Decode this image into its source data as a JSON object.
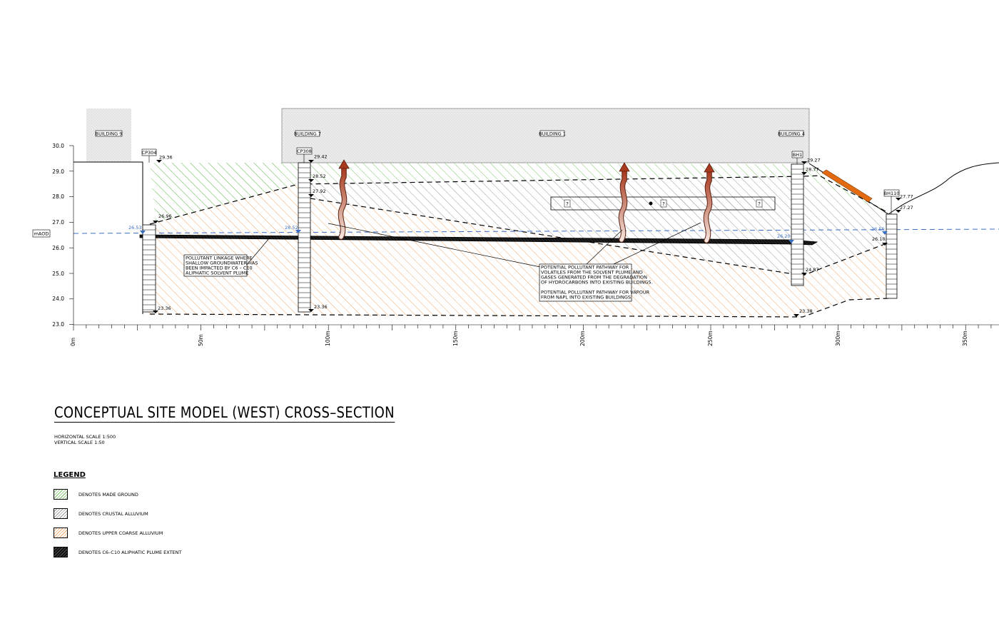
{
  "elevation_axis": {
    "labels": [
      "30.0",
      "29.0",
      "28.0",
      "27.0",
      "26.0",
      "25.0",
      "24.0",
      "23.0"
    ],
    "datum_label": "mAOD"
  },
  "distance_axis": {
    "labels": [
      "0m",
      "50m",
      "100m",
      "150m",
      "200m",
      "250m",
      "300m",
      "350m"
    ]
  },
  "buildings": [
    "BUILDING 9",
    "BUILDING 7",
    "BUILDING 1",
    "BUILDING 4"
  ],
  "boreholes": [
    {
      "id": "CP304",
      "top": "29.36",
      "base_ground": "26.96",
      "water": "26.53",
      "bottom": "23.36"
    },
    {
      "id": "CP308",
      "top": "29.42",
      "made_base": "28.52",
      "crust_base": "27.92",
      "water": "28.52",
      "bottom": "23.36"
    },
    {
      "id": "BH1",
      "top": "29.27",
      "made_base": "28.77",
      "water": "26.20",
      "crust_base": "24.87",
      "bottom": "23.38"
    },
    {
      "id": "BH110",
      "top": "27.77",
      "made_base": "27.27",
      "water": "26.50",
      "crust_base": "26.10"
    }
  ],
  "annotations": {
    "note_left": [
      "POLLUTANT LINKAGE WHERE",
      "SHALLOW GROUNDWATER HAS",
      "BEEN IMPACTED BY C6 – C10",
      "ALIPHATIC SOLVENT PLUME"
    ],
    "note_right": [
      "POTENTIAL POLLUTANT PATHWAY FOR",
      "VOLATILES FROM THE SOLVENT PLUME AND",
      "GASES GENERATED FROM THE DEGRADATION",
      "OF HYDROCARBONS INTO EXISTING BUILDINGS.",
      "",
      "POTENTIAL POLLUTANT PATHWAY FOR VAPOUR",
      "FROM NAPL INTO EXISTING BUILDINGS."
    ],
    "unknown_mark": "?"
  },
  "title": {
    "main": "CONCEPTUAL SITE MODEL (WEST) CROSS–SECTION",
    "horizontal_scale": "HORIZONTAL SCALE 1:500",
    "vertical_scale": "VERTICAL SCALE 1:50"
  },
  "legend": {
    "title": "LEGEND",
    "items": [
      {
        "label": "DENOTES MADE GROUND",
        "color": "#7fc36a"
      },
      {
        "label": "DENOTES CRUSTAL ALLUVIUM",
        "color": "#999999"
      },
      {
        "label": "DENOTES UPPER COARSE ALLUVIUM",
        "color": "#f2a868"
      },
      {
        "label": "DENOTES C6–C10 ALIPHATIC PLUME EXTENT",
        "color": "#111111"
      }
    ]
  },
  "colors": {
    "water_table": "#3a6fc4",
    "made_ground": "#7fc36a",
    "crustal_alluvium": "#999999",
    "upper_coarse_alluvium": "#f2a868",
    "plume": "#111111",
    "pathway_arrow": "#b0482a"
  }
}
